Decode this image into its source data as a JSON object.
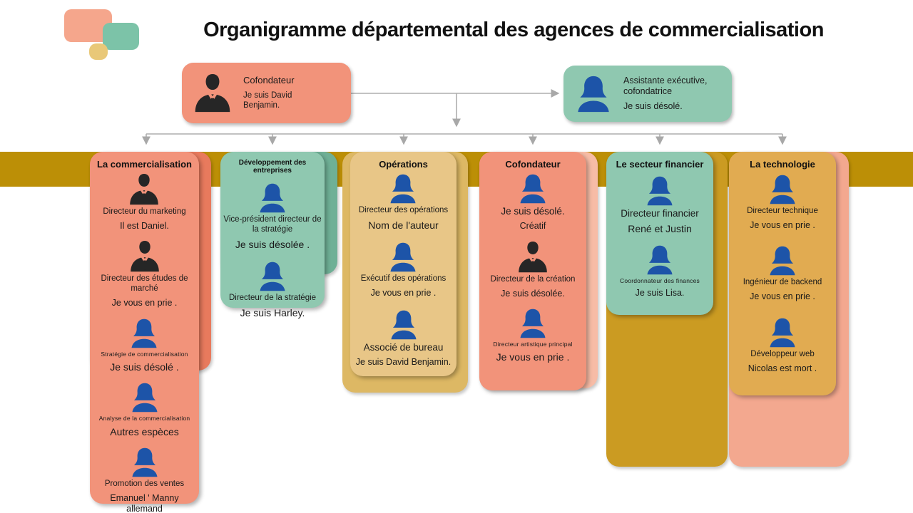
{
  "title": "Organigramme départemental des agences de commercialisation",
  "palette": {
    "salmon": "#F2937A",
    "salmon_dark": "#E87A5D",
    "teal": "#8FC8B0",
    "teal_dark": "#6FB096",
    "tan": "#E8C687",
    "gold": "#E1AB51",
    "band_gold": "#BC8F06",
    "icon_blue": "#1D54A8",
    "icon_dark": "#262626"
  },
  "top_nodes": [
    {
      "title": "Cofondateur",
      "note": "Je suis David Benjamin.",
      "icon": "businessman"
    },
    {
      "title": "Assistante exécutive, cofondatrice",
      "note": "Je suis désolé.",
      "icon": "woman"
    }
  ],
  "columns": [
    {
      "header": "La commercialisation",
      "theme": "salmon",
      "members": [
        {
          "icon": "businessman",
          "role": "Directeur du marketing",
          "note": "Il est Daniel."
        },
        {
          "icon": "businessman",
          "role": "Directeur des études de marché",
          "note": "Je vous en prie ."
        },
        {
          "icon": "woman",
          "role": "Stratégie de commercialisation",
          "note": "Je suis désolé ."
        },
        {
          "icon": "woman",
          "role": "Analyse de la commercialisation",
          "note": "Autres espèces"
        },
        {
          "icon": "woman",
          "role": "Promotion des ventes",
          "note": "Emanuel ' Manny allemand"
        }
      ]
    },
    {
      "header": "Développement des entreprises",
      "theme": "teal",
      "members": [
        {
          "icon": "woman",
          "role": "Vice-président directeur de la stratégie",
          "note": "Je suis désolée ."
        },
        {
          "icon": "woman",
          "role": "Directeur de la stratégie",
          "note": "Je suis Harley."
        }
      ]
    },
    {
      "header": "Opérations",
      "theme": "tan",
      "members": [
        {
          "icon": "woman",
          "role": "Directeur des opérations",
          "note": "Nom de l'auteur"
        },
        {
          "icon": "woman",
          "role": "Exécutif des opérations",
          "note": "Je vous en prie ."
        },
        {
          "icon": "woman",
          "role": "Associé de bureau",
          "note": "Je suis David Benjamin."
        }
      ]
    },
    {
      "header": "Cofondateur",
      "theme": "salmon",
      "members": [
        {
          "icon": "woman",
          "role": "Je suis désolé.",
          "note": "Créatif"
        },
        {
          "icon": "businessman",
          "role": "Directeur de la création",
          "note": "Je suis désolée."
        },
        {
          "icon": "woman",
          "role": "Directeur artistique principal",
          "note": "Je vous en prie ."
        }
      ]
    },
    {
      "header": "Le secteur financier",
      "theme": "teal",
      "members": [
        {
          "icon": "woman",
          "role": "Directeur financier",
          "note": "René et Justin"
        },
        {
          "icon": "woman",
          "role": "Coordonnateur des finances",
          "note": "Je suis Lisa."
        }
      ]
    },
    {
      "header": "La technologie",
      "theme": "gold",
      "members": [
        {
          "icon": "woman",
          "role": "Directeur technique",
          "note": "Je vous en prie ."
        },
        {
          "icon": "woman",
          "role": "Ingénieur de backend",
          "note": "Je vous en prie ."
        },
        {
          "icon": "woman",
          "role": "Développeur web",
          "note": "Nicolas est mort ."
        }
      ]
    }
  ]
}
